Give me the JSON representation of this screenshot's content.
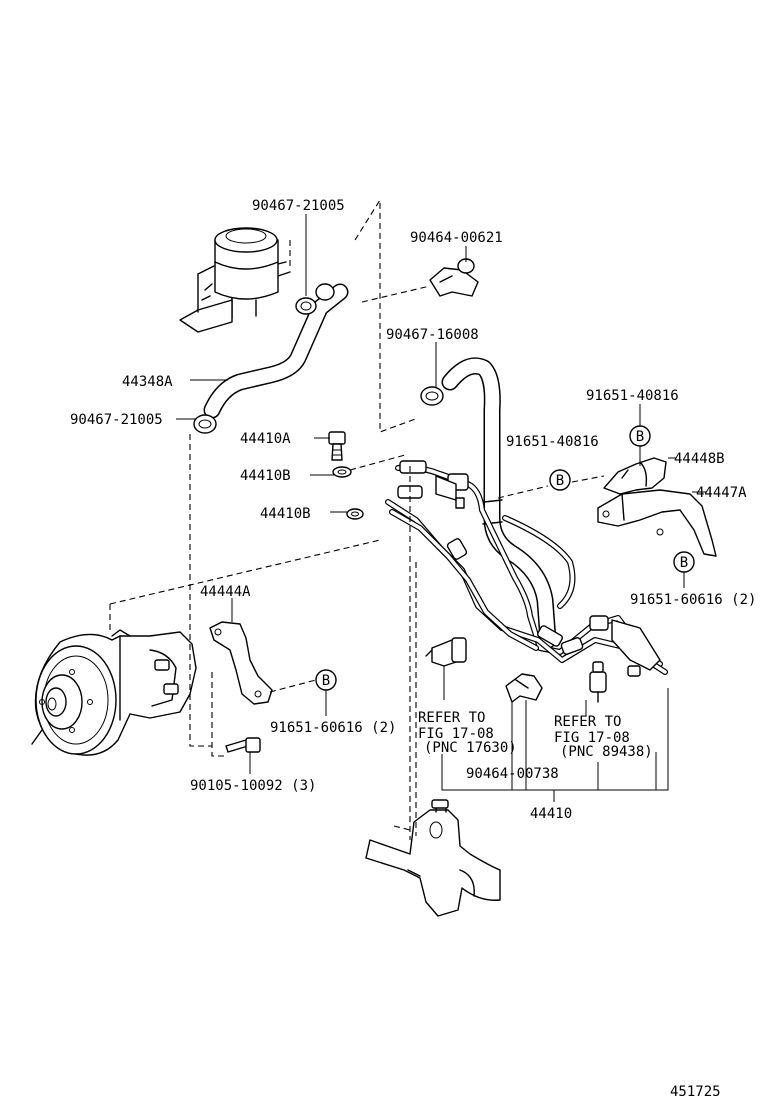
{
  "diagram": {
    "figure_number": "451725",
    "labels": {
      "clamp_reservoir": "90467-21005",
      "clamp_top_right": "90464-00621",
      "return_hose": "44348A",
      "clamp_bottom_left": "90467-21005",
      "clamp_middle": "90467-16008",
      "bolt_union": "44410A",
      "gasket_1": "44410B",
      "gasket_2": "44410B",
      "bolt_b_top": "91651-40816",
      "bolt_b_mid": "91651-40816",
      "clamp_44448b": "44448B",
      "bracket_44447a": "44447A",
      "bracket_44444a": "44444A",
      "bolt_b_right": "91651-60616 (2)",
      "bolt_b_left": "91651-60616 (2)",
      "bolt_pump": "90105-10092 (3)",
      "clamp_bottom": "90464-00738",
      "assembly": "44410",
      "marker": "B"
    },
    "refer_left": [
      "REFER TO",
      "FIG 17-08",
      "(PNC 17630)"
    ],
    "refer_right": [
      "REFER TO",
      "FIG 17-08",
      "(PNC 89438)"
    ]
  }
}
